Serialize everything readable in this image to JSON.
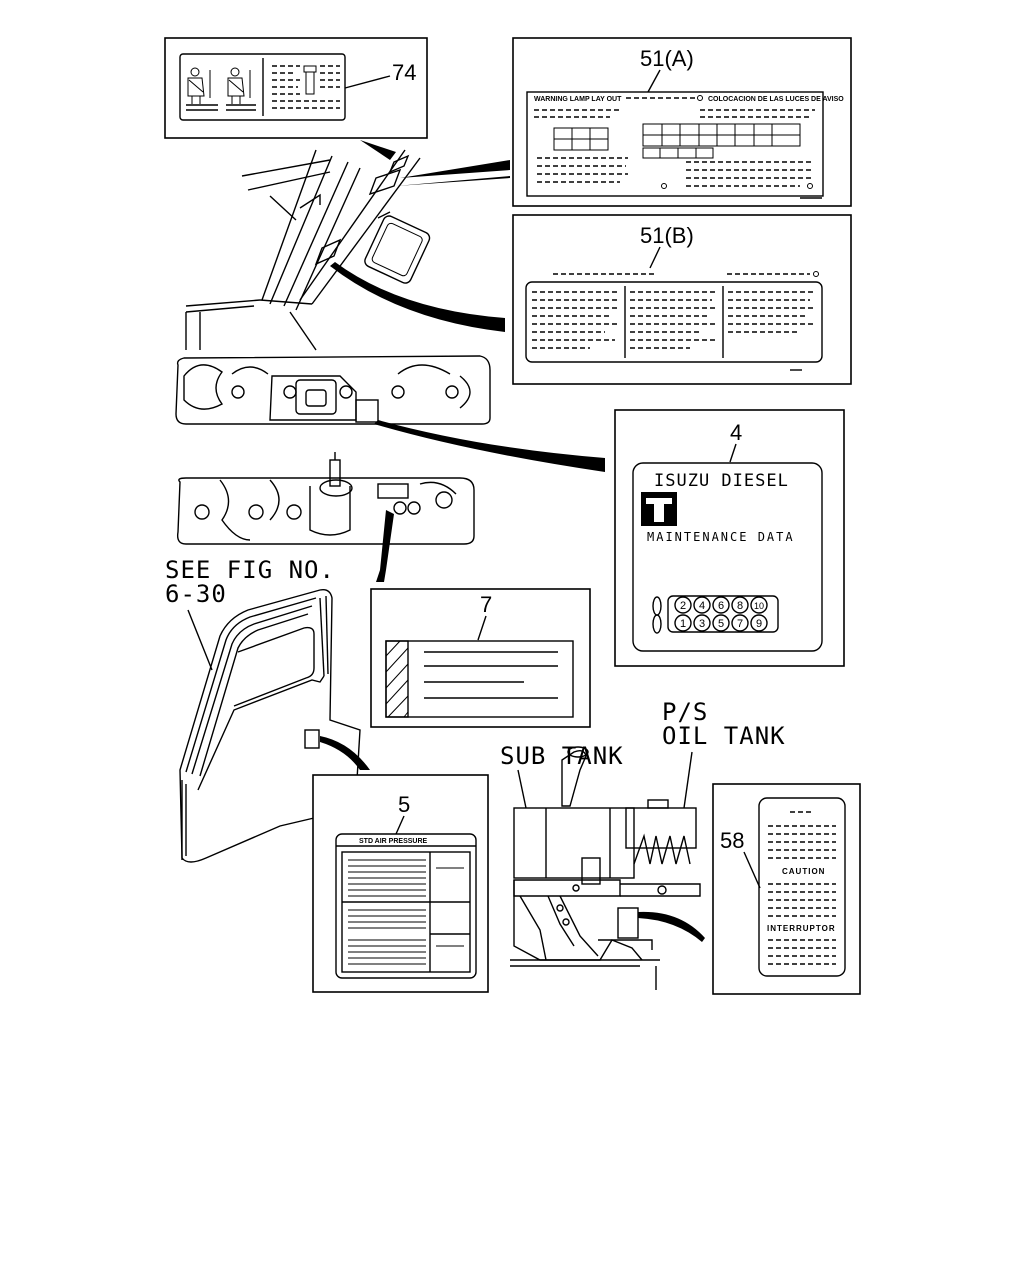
{
  "callouts": {
    "c74": "74",
    "c51a": "51(A)",
    "c51b": "51(B)",
    "c4": "4",
    "c7": "7",
    "c5": "5",
    "c58": "58"
  },
  "labels": {
    "see_fig_line1": "SEE FIG NO.",
    "see_fig_line2": "6-30",
    "sub_tank": "SUB TANK",
    "ps_line1": "P/S",
    "ps_line2": "OIL TANK"
  },
  "label_51a": {
    "left_title": "WARNING LAMP LAY OUT",
    "right_title": "COLOCACION DE LAS LUCES DE AVISO"
  },
  "label_4": {
    "brand": "ISUZU DIESEL",
    "subtitle": "MAINTENANCE DATA",
    "cyl_top": [
      "2",
      "4",
      "6",
      "8",
      "10"
    ],
    "cyl_bottom": [
      "1",
      "3",
      "5",
      "7",
      "9"
    ]
  },
  "label_5": {
    "title": "STD AIR PRESSURE"
  },
  "label_58": {
    "caution": "CAUTION",
    "interruptor": "INTERRUPTOR"
  }
}
